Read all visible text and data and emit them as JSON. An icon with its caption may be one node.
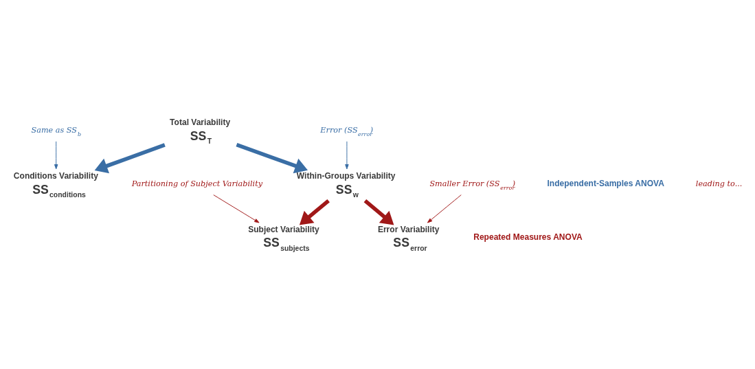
{
  "diagram": {
    "nodes": [
      {
        "text": [
          "Total Variability",
          "SS$_{T}$"
        ]
      },
      {
        "text": [
          "Conditions Variability",
          "SS$_{conditions}$"
        ]
      },
      {
        "text": [
          "Within-Groups Variability",
          "SS$_{w}$"
        ]
      },
      {
        "text": [
          "Subject Variability",
          "SS$_{subjects}$"
        ]
      },
      {
        "text": [
          "Error Variability",
          "SS$_{error}$"
        ]
      },
      {
        "text": [
          "Same as SS$_{b}$"
        ]
      },
      {
        "text": [
          "Error (SS$_{error}$)"
        ]
      },
      {
        "text": [
          "Partitioning of Subject Variability"
        ]
      },
      {
        "text": [
          "Smaller Error (SS$_{error}$)"
        ]
      }
    ],
    "edges": [
      {
        "from": 0,
        "to": 1,
        "arrow": "to",
        "style": "thick",
        "color": "#3a6ea5"
      },
      {
        "from": 0,
        "to": 2,
        "arrow": "to",
        "style": "thick",
        "color": "#3a6ea5"
      },
      {
        "from": 2,
        "to": 3,
        "arrow": "to",
        "style": "thick",
        "color": "#a01818"
      },
      {
        "from": 2,
        "to": 4,
        "arrow": "to",
        "style": "thick",
        "color": "#a01818"
      },
      {
        "from": 5,
        "to": 1,
        "arrow": "to",
        "color": "#3a6ea5"
      },
      {
        "from": 6,
        "to": 2,
        "arrow": "to",
        "color": "#3a6ea5"
      },
      {
        "from": 7,
        "to": 3,
        "arrow": "to",
        "color": "#a01818"
      },
      {
        "from": 8,
        "to": 4,
        "arrow": "to",
        "color": "#a01818"
      }
    ],
    "labels": [
      "Independent-Samples ANOVA",
      "Repeated Measures ANOVA",
      "leading to..."
    ]
  }
}
